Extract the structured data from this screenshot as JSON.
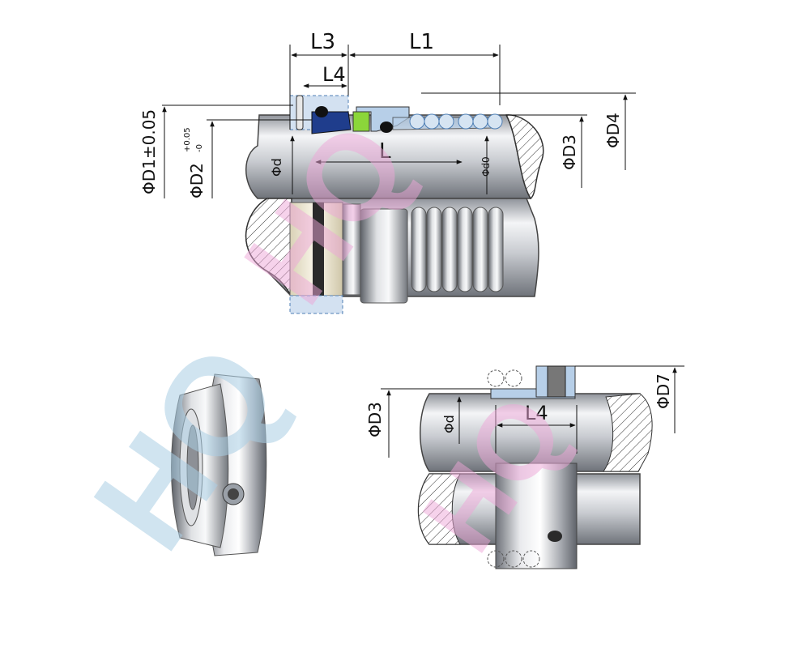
{
  "watermark": "HQ",
  "colors": {
    "watermark_blue": "#a9cde3",
    "watermark_pink": "#eea6d8",
    "shaft_light": "#f2f3f5",
    "shaft_dark": "#8d9096",
    "seal_blue": "#1f3d8c",
    "seal_green": "#8bd63a",
    "spring_blue": "#b7cfe8",
    "seat_cream": "#efe9d4",
    "dimension_line": "#111111"
  },
  "main_view": {
    "labels": {
      "l3": "L3",
      "l1": "L1",
      "l4": "L4",
      "l": "L",
      "d1": "ΦD1±0.05",
      "d2": "ΦD2",
      "d2_tol_upper": "+0.05",
      "d2_tol_lower": "-0",
      "d": "Φd",
      "d0": "Φd0",
      "d3": "ΦD3",
      "d4": "ΦD4"
    }
  },
  "collar_view": {
    "labels": {
      "d3": "ΦD3",
      "d": "Φd",
      "l4": "L4",
      "d7": "ΦD7"
    }
  },
  "icons": {
    "seat": "stationary-seat-ring-icon",
    "collar": "drive-collar-icon"
  }
}
